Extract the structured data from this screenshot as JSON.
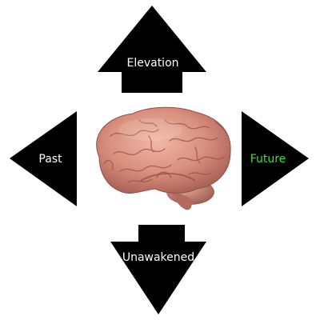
{
  "labels": {
    "up": "Elevation",
    "left": "Past",
    "right": "Future",
    "down": "Unawakened"
  },
  "colors": {
    "arrow": "#000000",
    "label_default": "#ffffff",
    "label_future": "#3ddc3d"
  },
  "image": {
    "subject": "human-brain"
  }
}
